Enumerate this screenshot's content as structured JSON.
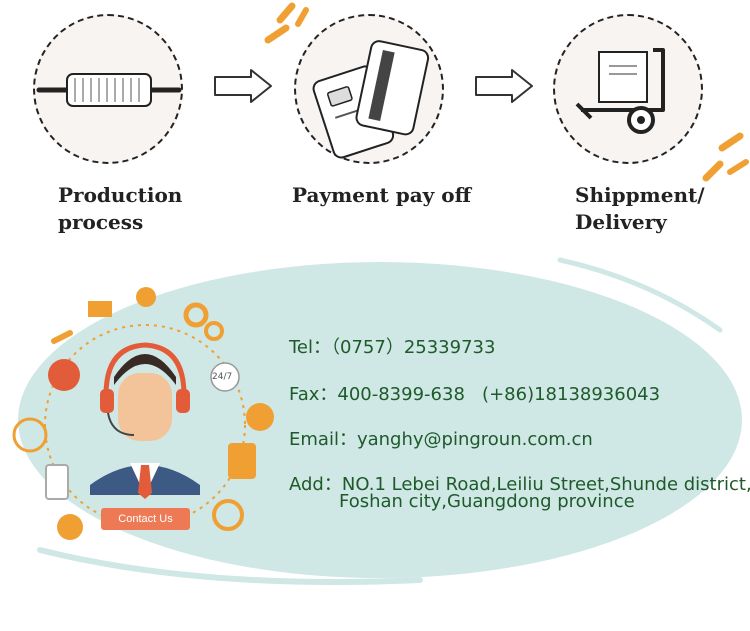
{
  "steps": [
    {
      "label": "Production\nprocess",
      "icon": "rolling-pin-icon"
    },
    {
      "label": "Payment pay off",
      "icon": "payment-cards-icon"
    },
    {
      "label": "Shippment/\nDelivery",
      "icon": "hand-truck-icon"
    }
  ],
  "contact": {
    "tel": "Tel：（0757）25339733",
    "fax": "Fax：400-8399-638   (+86)18138936043",
    "email": "Email：yanghy@pingroun.com.cn",
    "address_line1": "Add：NO.1 Lebei Road,Leiliu Street,Shunde district,",
    "address_line2": "Foshan city,Guangdong province",
    "button_label": "Contact Us",
    "badge_247": "24/7"
  },
  "colors": {
    "accent_orange": "#f0a033",
    "ellipse": "#cfe7e5",
    "contact_text": "#1e5a2a",
    "button": "#ee7a55"
  }
}
